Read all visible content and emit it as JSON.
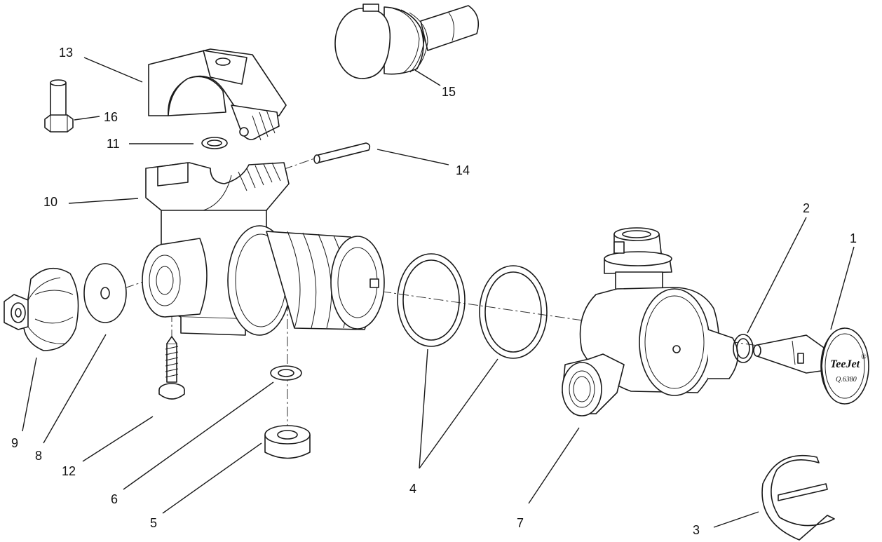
{
  "figure": {
    "title": "",
    "callouts": [
      {
        "id": "1",
        "label": "1"
      },
      {
        "id": "2",
        "label": "2"
      },
      {
        "id": "3",
        "label": "3"
      },
      {
        "id": "4",
        "label": "4"
      },
      {
        "id": "5",
        "label": "5"
      },
      {
        "id": "6",
        "label": "6"
      },
      {
        "id": "7",
        "label": "7"
      },
      {
        "id": "8",
        "label": "8"
      },
      {
        "id": "9",
        "label": "9"
      },
      {
        "id": "10",
        "label": "10"
      },
      {
        "id": "11",
        "label": "11"
      },
      {
        "id": "12",
        "label": "12"
      },
      {
        "id": "13",
        "label": "13"
      },
      {
        "id": "14",
        "label": "14"
      },
      {
        "id": "15",
        "label": "15"
      },
      {
        "id": "16",
        "label": "16"
      }
    ],
    "cap_brand_text": "TeeJet",
    "cap_trademark": "®",
    "cap_sub_text": "Q.6380"
  },
  "colors": {
    "line": "#1a1a1a",
    "background": "#ffffff"
  }
}
